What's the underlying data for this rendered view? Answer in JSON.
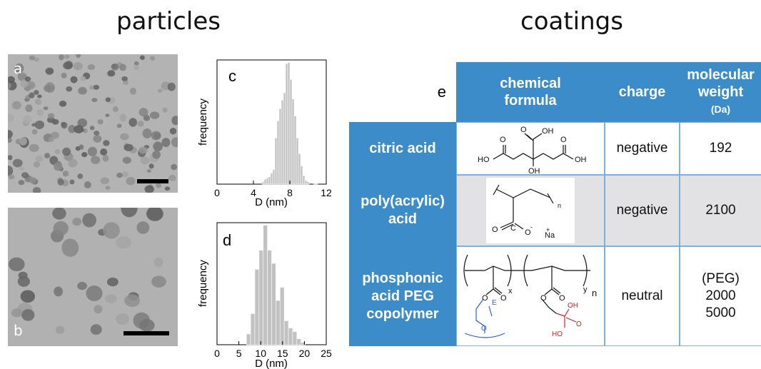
{
  "headings": {
    "left": "particles",
    "right": "coatings"
  },
  "panels": {
    "a": "a",
    "b": "b",
    "c": "c",
    "d": "d",
    "e": "e"
  },
  "hist_c": {
    "ylabel": "frequency",
    "xlabel": "D (nm)",
    "ticks": [
      "0",
      "4",
      "8",
      "12"
    ],
    "values": [
      0,
      0,
      0,
      0,
      0,
      0,
      0,
      0,
      0,
      0,
      0,
      0,
      0,
      0,
      0,
      0,
      0,
      0,
      0,
      0,
      0,
      0.02,
      0.04,
      0.05,
      0.06,
      0.09,
      0.12,
      0.38,
      0.52,
      0.62,
      0.69,
      0.75,
      0.99,
      1.0,
      0.86,
      0.7,
      0.56,
      0.38,
      0.25,
      0.15,
      0.07,
      0.03,
      0.02,
      0,
      0,
      0.01,
      0.005,
      0,
      0,
      0,
      0
    ]
  },
  "hist_d": {
    "ylabel": "frequency",
    "xlabel": "D (nm)",
    "ticks": [
      "0",
      "5",
      "10",
      "15",
      "20",
      "25"
    ],
    "values": [
      0,
      0,
      0,
      0,
      0,
      0,
      0,
      0.09,
      0.26,
      0.63,
      0.79,
      1.0,
      0.79,
      0.68,
      0.37,
      0.48,
      0.2,
      0.14,
      0.11,
      0.05,
      0.02,
      0,
      0,
      0,
      0,
      0
    ]
  },
  "table": {
    "headers": {
      "formula": "chemical formula",
      "charge": "charge",
      "mw": "molecular weight",
      "mw_unit": "(Da)"
    },
    "rows": [
      {
        "name": "citric acid",
        "charge": "negative",
        "mw": "192"
      },
      {
        "name": "poly(acrylic) acid",
        "charge": "negative",
        "mw": "2100"
      },
      {
        "name": "phosphonic acid PEG copolymer",
        "charge": "neutral",
        "mw_lines": [
          "(PEG)",
          "2000",
          "5000"
        ]
      }
    ],
    "formula_labels": {
      "ho": "HO",
      "oh": "OH",
      "o": "O",
      "na": "Na",
      "plus": "+",
      "minus": "-",
      "c": "C",
      "n": "n",
      "x": "x",
      "y": "y",
      "e": "E"
    }
  }
}
